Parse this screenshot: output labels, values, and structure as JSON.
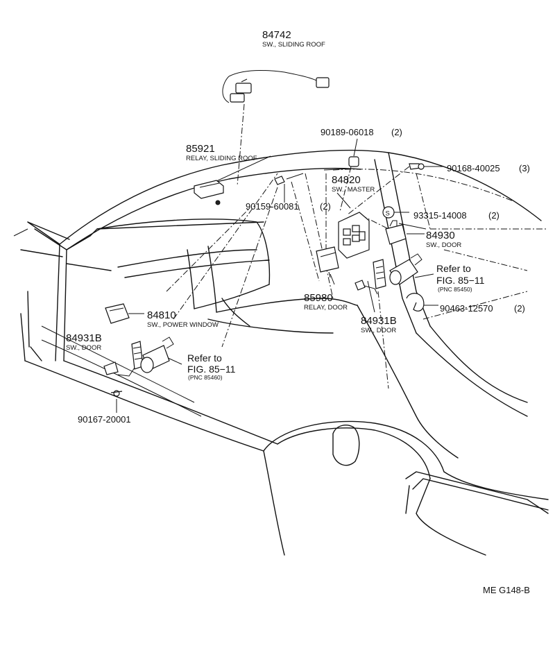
{
  "parts": [
    {
      "number": "84742",
      "desc": "SW., SLIDING ROOF"
    },
    {
      "number": "85921",
      "desc": "RELAY, SLIDING ROOF"
    },
    {
      "number": "90189-06018",
      "qty": "(2)"
    },
    {
      "number": "90168-40025",
      "qty": "(3)"
    },
    {
      "number": "84820",
      "desc": "SW., MASTER"
    },
    {
      "number": "90159-60081",
      "qty": "(2)"
    },
    {
      "number": "93315-14008",
      "qty": "(2)",
      "prefix": "S"
    },
    {
      "number": "84930",
      "desc": "SW., DOOR"
    },
    {
      "number": "85980",
      "desc": "RELAY, DOOR"
    },
    {
      "number": "84931B",
      "desc": "SW., DOOR"
    },
    {
      "number": "90463-12570",
      "qty": "(2)"
    },
    {
      "number": "84810",
      "desc": "SW., POWER WINDOW"
    },
    {
      "number": "84931B",
      "desc": "SW., DOOR"
    },
    {
      "number": "90167-20001"
    }
  ],
  "refs": [
    {
      "line1": "Refer to",
      "line2": "FIG. 85−11",
      "pnc": "(PNC 85450)"
    },
    {
      "line1": "Refer to",
      "line2": "FIG. 85−11",
      "pnc": "(PNC 85460)"
    }
  ],
  "drawing_code": "ME G148-B"
}
